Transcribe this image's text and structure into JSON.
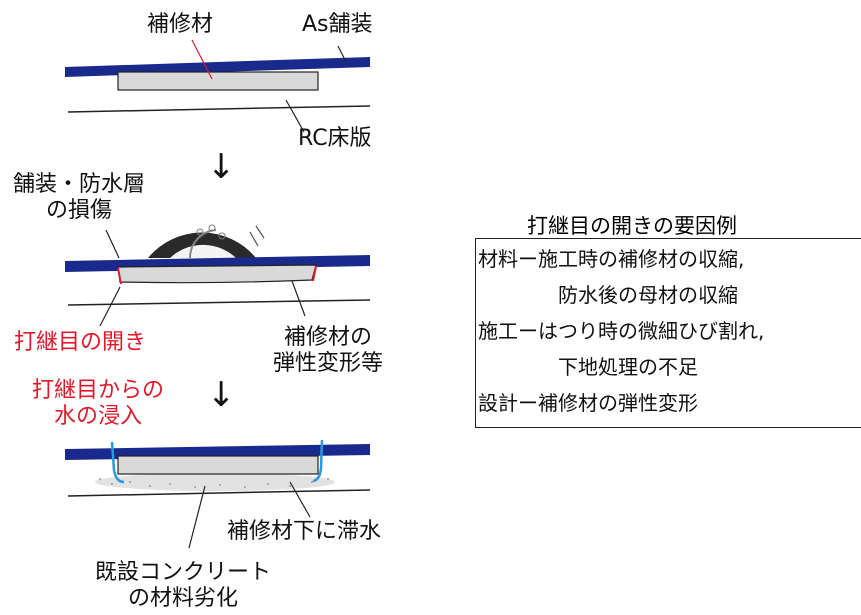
{
  "labels": {
    "repair_material_top": "補修材",
    "as_pavement": "As舗装",
    "rc_slab": "RC床版",
    "pavement_damage_1": "舗装・防水層",
    "pavement_damage_2": "の損傷",
    "joint_opening": "打継目の開き",
    "repair_deform_1": "補修材の",
    "repair_deform_2": "弾性変形等",
    "water_ingress_1": "打継目からの",
    "water_ingress_2": "水の浸入",
    "stagnant_water": "補修材下に滞水",
    "concrete_deg_1": "既設コンクリート",
    "concrete_deg_2": "の材料劣化"
  },
  "causes": {
    "title": "打継目の開きの要因例",
    "lines": [
      "材料ー施工時の補修材の収縮,",
      "防水後の母材の収縮",
      "施工ーはつり時の微細ひび割れ,",
      "下地処理の不足",
      "設計ー補修材の弾性変形"
    ]
  },
  "arrows": {
    "down": "↓"
  },
  "colors": {
    "pavement": "#1a2a8c",
    "repair_fill": "#d9d9d9",
    "red_text": "#e0182a",
    "water": "#2a9ad8"
  }
}
